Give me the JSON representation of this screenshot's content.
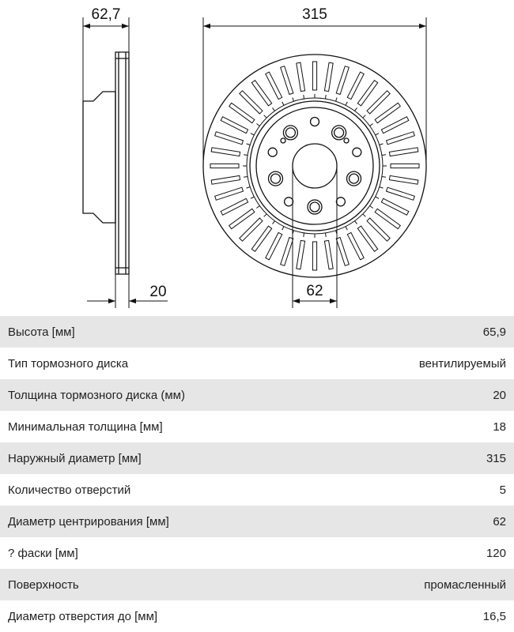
{
  "drawing": {
    "dimensions": {
      "overall_height": "62,7",
      "outer_diameter": "315",
      "disc_thickness": "20",
      "center_bore": "62"
    }
  },
  "specs": [
    {
      "label": "Высота [мм]",
      "value": "65,9"
    },
    {
      "label": "Тип тормозного диска",
      "value": "вентилируемый"
    },
    {
      "label": "Толщина тормозного диска (мм)",
      "value": "20"
    },
    {
      "label": "Минимальная толщина [мм]",
      "value": "18"
    },
    {
      "label": "Наружный диаметр [мм]",
      "value": "315"
    },
    {
      "label": "Количество отверстий",
      "value": "5"
    },
    {
      "label": "Диаметр центрирования [мм]",
      "value": "62"
    },
    {
      "label": "? фаски [мм]",
      "value": "120"
    },
    {
      "label": "Поверхность",
      "value": "промасленный"
    },
    {
      "label": "Диаметр отверстия до [мм]",
      "value": "16,5"
    }
  ]
}
